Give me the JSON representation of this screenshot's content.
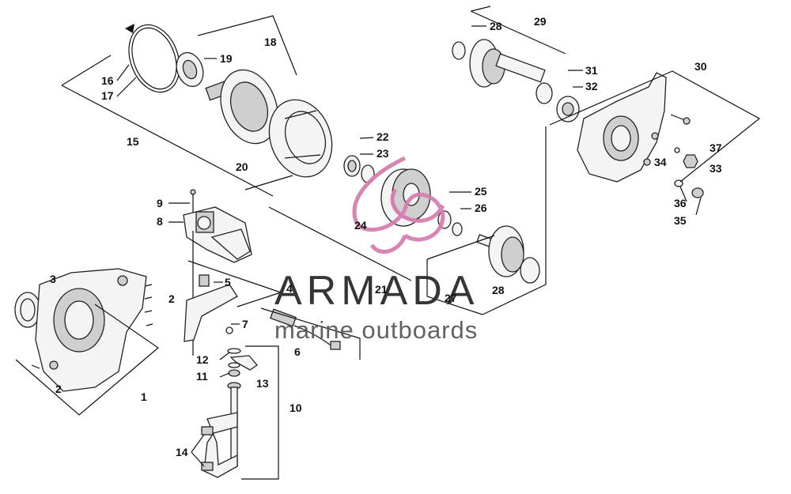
{
  "callouts": {
    "c1": "1",
    "c2a": "2",
    "c2b": "2",
    "c3": "3",
    "c4": "4",
    "c5": "5",
    "c6": "6",
    "c7": "7",
    "c8": "8",
    "c9": "9",
    "c10": "10",
    "c11": "11",
    "c12": "12",
    "c13": "13",
    "c14": "14",
    "c15": "15",
    "c16": "16",
    "c17": "17",
    "c18": "18",
    "c19": "19",
    "c20": "20",
    "c21": "21",
    "c22": "22",
    "c23": "23",
    "c24": "24",
    "c25": "25",
    "c26": "26",
    "c27": "27",
    "c28a": "28",
    "c28b": "28",
    "c29": "29",
    "c30": "30",
    "c31": "31",
    "c32": "32",
    "c33": "33",
    "c34": "34",
    "c35": "35",
    "c36": "36",
    "c37": "37"
  },
  "watermark": {
    "brand": "ARMADA",
    "tagline": "marine outboards",
    "logo_color": "#d77fb0"
  }
}
